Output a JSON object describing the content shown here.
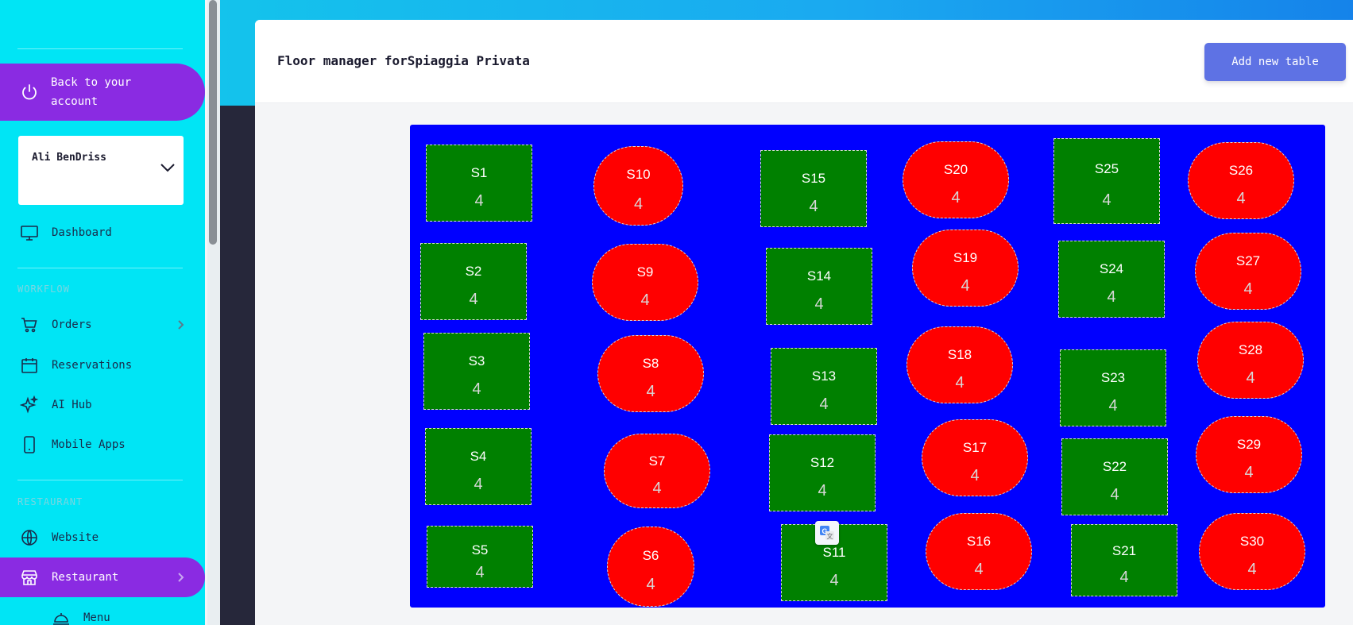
{
  "sidebar": {
    "back_label": "Back to your account",
    "user_name": "Ali BenDriss",
    "nav": {
      "dashboard": "Dashboard",
      "workflow_section": "WORKFLOW",
      "orders": "Orders",
      "reservations": "Reservations",
      "ai_hub": "AI Hub",
      "mobile_apps": "Mobile Apps",
      "restaurant_section": "RESTAURANT",
      "website": "Website",
      "restaurant": "Restaurant",
      "menu": "Menu"
    }
  },
  "header": {
    "title": "Floor manager forSpiaggia Privata",
    "add_button": "Add new table"
  },
  "colors": {
    "sidebar_bg": "#00e5f5",
    "accent": "#8a2be2",
    "primary_button": "#5e72e4",
    "floor_bg": "#0000ff",
    "rect_table": "#008000",
    "round_table": "#ff0000"
  },
  "tables": [
    {
      "name": "S1",
      "capacity": "4",
      "shape": "rect"
    },
    {
      "name": "S2",
      "capacity": "4",
      "shape": "rect"
    },
    {
      "name": "S3",
      "capacity": "4",
      "shape": "rect"
    },
    {
      "name": "S4",
      "capacity": "4",
      "shape": "rect"
    },
    {
      "name": "S5",
      "capacity": "4",
      "shape": "rect"
    },
    {
      "name": "S6",
      "capacity": "4",
      "shape": "round"
    },
    {
      "name": "S7",
      "capacity": "4",
      "shape": "round"
    },
    {
      "name": "S8",
      "capacity": "4",
      "shape": "round"
    },
    {
      "name": "S9",
      "capacity": "4",
      "shape": "round"
    },
    {
      "name": "S10",
      "capacity": "4",
      "shape": "round"
    },
    {
      "name": "S11",
      "capacity": "4",
      "shape": "rect"
    },
    {
      "name": "S12",
      "capacity": "4",
      "shape": "rect"
    },
    {
      "name": "S13",
      "capacity": "4",
      "shape": "rect"
    },
    {
      "name": "S14",
      "capacity": "4",
      "shape": "rect"
    },
    {
      "name": "S15",
      "capacity": "4",
      "shape": "rect"
    },
    {
      "name": "S16",
      "capacity": "4",
      "shape": "round"
    },
    {
      "name": "S17",
      "capacity": "4",
      "shape": "round"
    },
    {
      "name": "S18",
      "capacity": "4",
      "shape": "round"
    },
    {
      "name": "S19",
      "capacity": "4",
      "shape": "round"
    },
    {
      "name": "S20",
      "capacity": "4",
      "shape": "round"
    },
    {
      "name": "S21",
      "capacity": "4",
      "shape": "rect"
    },
    {
      "name": "S22",
      "capacity": "4",
      "shape": "rect"
    },
    {
      "name": "S23",
      "capacity": "4",
      "shape": "rect"
    },
    {
      "name": "S24",
      "capacity": "4",
      "shape": "rect"
    },
    {
      "name": "S25",
      "capacity": "4",
      "shape": "rect"
    },
    {
      "name": "S26",
      "capacity": "4",
      "shape": "round"
    },
    {
      "name": "S27",
      "capacity": "4",
      "shape": "round"
    },
    {
      "name": "S28",
      "capacity": "4",
      "shape": "round"
    },
    {
      "name": "S29",
      "capacity": "4",
      "shape": "round"
    },
    {
      "name": "S30",
      "capacity": "4",
      "shape": "round"
    }
  ]
}
